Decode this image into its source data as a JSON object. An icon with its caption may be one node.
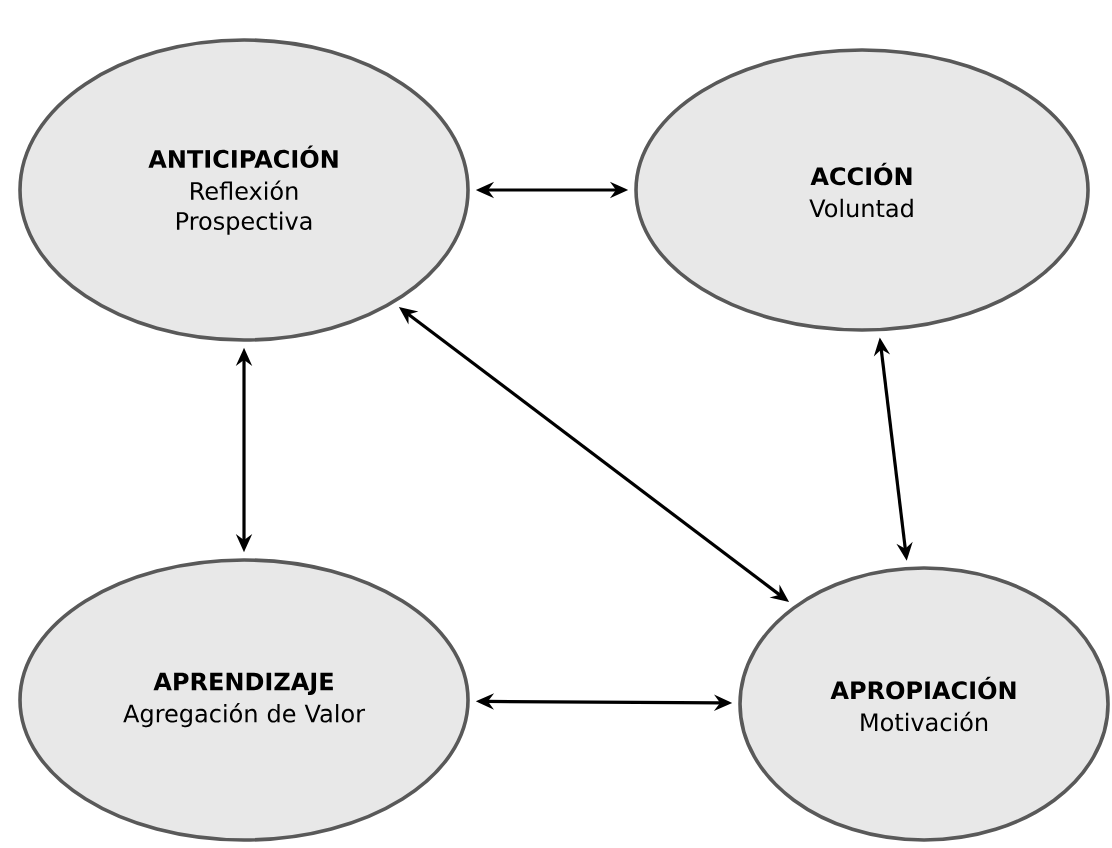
{
  "diagram": {
    "nodes": [
      {
        "text": [
          "ANTICIPACIÓN",
          "Reflexión Prospectiva"
        ]
      },
      {
        "text": [
          "ACCIÓN",
          "Voluntad"
        ]
      },
      {
        "text": [
          "APRENDIZAJE",
          "Agregación de Valor"
        ]
      },
      {
        "text": [
          "APROPIACIÓN",
          "Motivación"
        ]
      }
    ],
    "edges": [
      {
        "from": 0,
        "to": 1,
        "arrow": "both"
      },
      {
        "from": 0,
        "to": 2,
        "arrow": "both"
      },
      {
        "from": 1,
        "to": 3,
        "arrow": "both"
      },
      {
        "from": 0,
        "to": 3,
        "arrow": "both"
      },
      {
        "from": 2,
        "to": 3,
        "arrow": "both"
      }
    ]
  }
}
